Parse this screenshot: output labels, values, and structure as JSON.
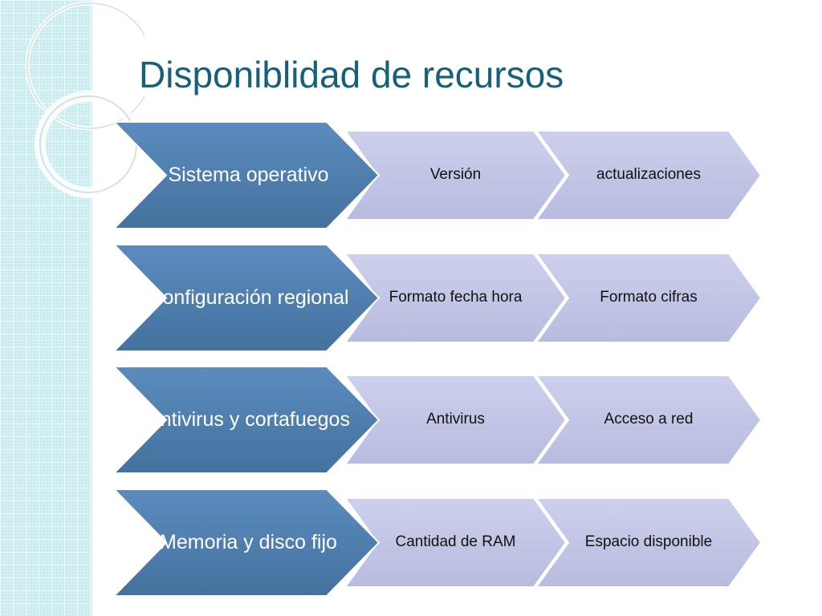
{
  "slide": {
    "title": "Disponiblidad de recursos"
  },
  "colors": {
    "title": "#17607a",
    "main_chevron": "#4f7fb0",
    "sub_chevron": "#c0c4e4",
    "side_panel": "#c9ecef"
  },
  "rows": [
    {
      "main": "Sistema operativo",
      "items": [
        "Versión",
        "actualizaciones"
      ]
    },
    {
      "main": "Configuración regional",
      "items": [
        "Formato fecha hora",
        "Formato cifras"
      ]
    },
    {
      "main": "Antivirus y cortafuegos",
      "items": [
        "Antivirus",
        "Acceso a red"
      ]
    },
    {
      "main": "Memoria y disco fijo",
      "items": [
        "Cantidad de RAM",
        "Espacio disponible"
      ]
    }
  ]
}
